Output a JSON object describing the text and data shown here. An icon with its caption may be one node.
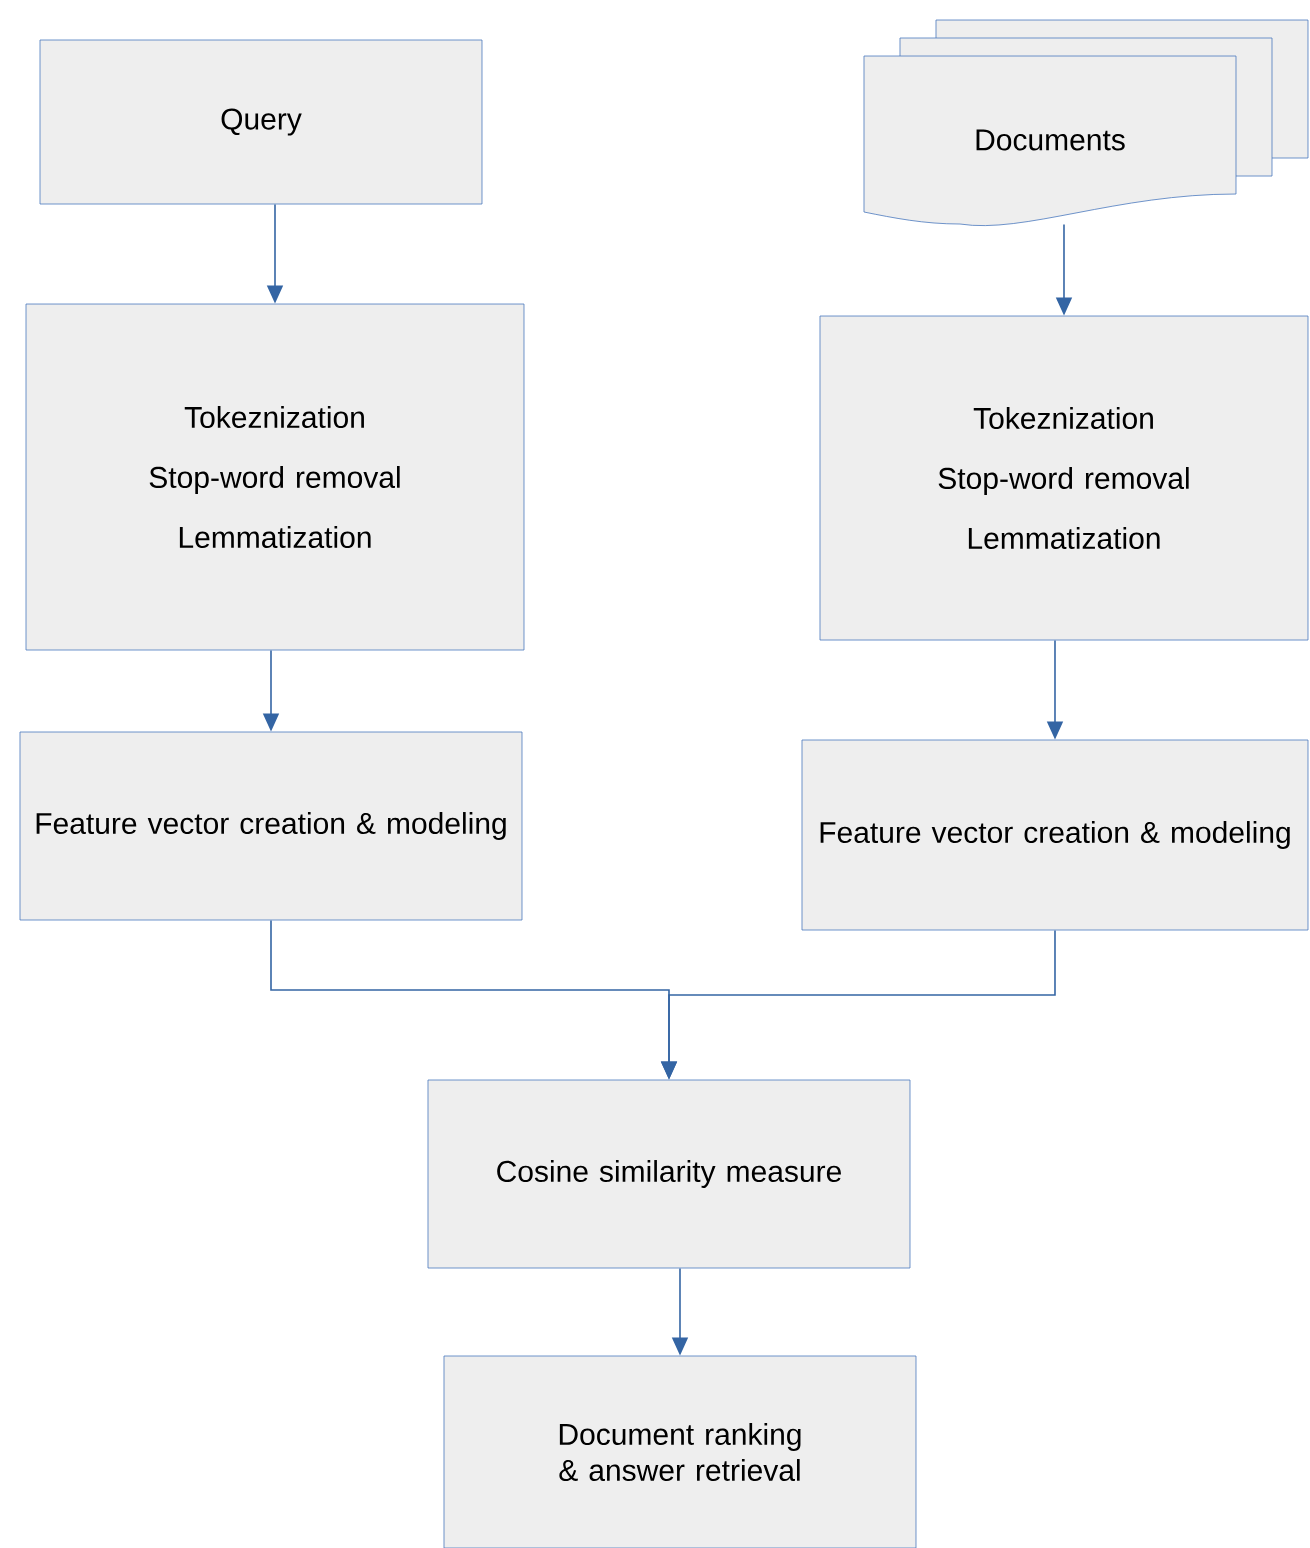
{
  "diagram": {
    "nodes": [
      {
        "text": [
          "Query"
        ]
      },
      {
        "text": [
          "Documents"
        ]
      },
      {
        "text": [
          "Tokeznization",
          "Stop-word removal",
          "Lemmatization"
        ]
      },
      {
        "text": [
          "Tokeznization",
          "Stop-word removal",
          "Lemmatization"
        ]
      },
      {
        "text": [
          "Feature vector creation & modeling"
        ]
      },
      {
        "text": [
          "Feature vector creation & modeling"
        ]
      },
      {
        "text": [
          "Cosine similarity measure"
        ]
      },
      {
        "text": [
          "Document ranking & answer retrieval"
        ]
      }
    ],
    "edges": [
      {
        "from": 0,
        "to": 2,
        "arrow": "to"
      },
      {
        "from": 1,
        "to": 3,
        "arrow": "to"
      },
      {
        "from": 2,
        "to": 4,
        "arrow": "to"
      },
      {
        "from": 3,
        "to": 5,
        "arrow": "to"
      },
      {
        "from": 4,
        "to": 6,
        "arrow": "to"
      },
      {
        "from": 5,
        "to": 6,
        "arrow": "to"
      },
      {
        "from": 6,
        "to": 7,
        "arrow": "to"
      }
    ]
  }
}
